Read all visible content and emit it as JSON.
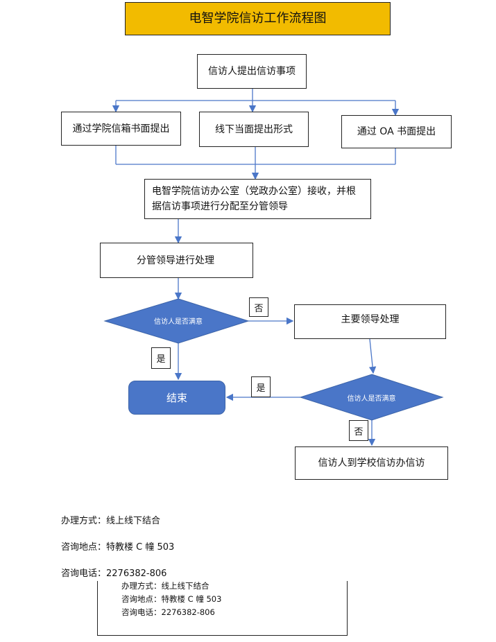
{
  "title": "电智学院信访工作流程图",
  "nodes": {
    "start": "信访人提出信访事项",
    "branch_left": "通过学院信箱书面提出",
    "branch_mid": "线下当面提出形式",
    "branch_right": "通过 OA 书面提出",
    "receive": "电智学院信访办公室（党政办公室）接收，并根据信访事项进行分配至分管领导",
    "process": "分管领导进行处理",
    "decision1": "信访人是否满意",
    "main_leader": "主要领导处理",
    "decision2": "信访人是否满意",
    "end": "结束",
    "escalate": "信访人到学校信访办信访"
  },
  "edge_labels": {
    "d1_no": "否",
    "d1_yes": "是",
    "d2_yes": "是",
    "d2_no": "否"
  },
  "info": {
    "method": "办理方式：线上线下结合",
    "address": "咨询地点：特教楼 C 幢 503",
    "phone": "咨询电话：2276382-806"
  },
  "colors": {
    "title_bg": "#f2bb00",
    "diamond": "#4a76c8",
    "arrow": "#4a76c8"
  }
}
